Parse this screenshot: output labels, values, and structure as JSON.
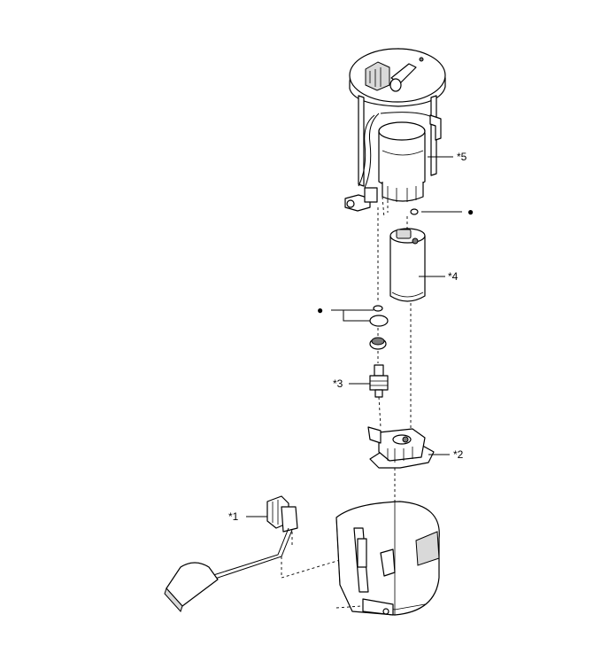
{
  "callouts": [
    {
      "id": "c1",
      "text": "*1"
    },
    {
      "id": "c2",
      "text": "*2"
    },
    {
      "id": "c3",
      "text": "*3"
    },
    {
      "id": "c4",
      "text": "*4"
    },
    {
      "id": "c5",
      "text": "*5"
    }
  ],
  "markers": [
    {
      "id": "m1",
      "symbol": "●"
    },
    {
      "id": "m2",
      "symbol": "●"
    }
  ]
}
